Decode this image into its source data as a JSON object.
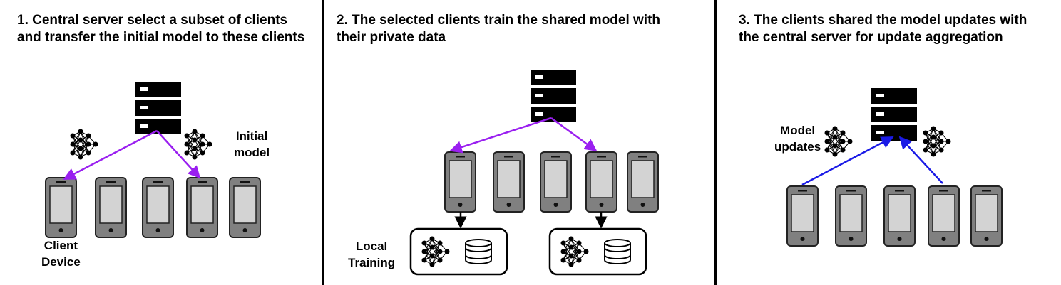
{
  "panels": [
    {
      "title_line1": "1. Central server select a subset of clients",
      "title_line2": "and transfer the initial model to these clients",
      "label_a_line1": "Initial",
      "label_a_line2": "model",
      "label_b_line1": "Client",
      "label_b_line2": "Device",
      "arrow_color": "#9a1ff0"
    },
    {
      "title_line1": "2. The selected clients train the shared model with",
      "title_line2": "their private data",
      "label_a_line1": "Local",
      "label_a_line2": "Training",
      "arrow_color": "#9a1ff0"
    },
    {
      "title_line1": "3. The clients shared the model updates with",
      "title_line2": "the central server for update aggregation",
      "label_a_line1": "Model",
      "label_a_line2": "updates",
      "arrow_color": "#1a1ae6"
    }
  ],
  "icons": {
    "server": "server-icon",
    "client": "smartphone-icon",
    "model": "neural-network-icon",
    "data": "database-icon"
  },
  "colors": {
    "server_fill": "#000000",
    "device_fill": "#808080",
    "screen_fill": "#d3d3d3",
    "transfer_arrow": "#9a1ff0",
    "update_arrow": "#1a1ae6"
  }
}
